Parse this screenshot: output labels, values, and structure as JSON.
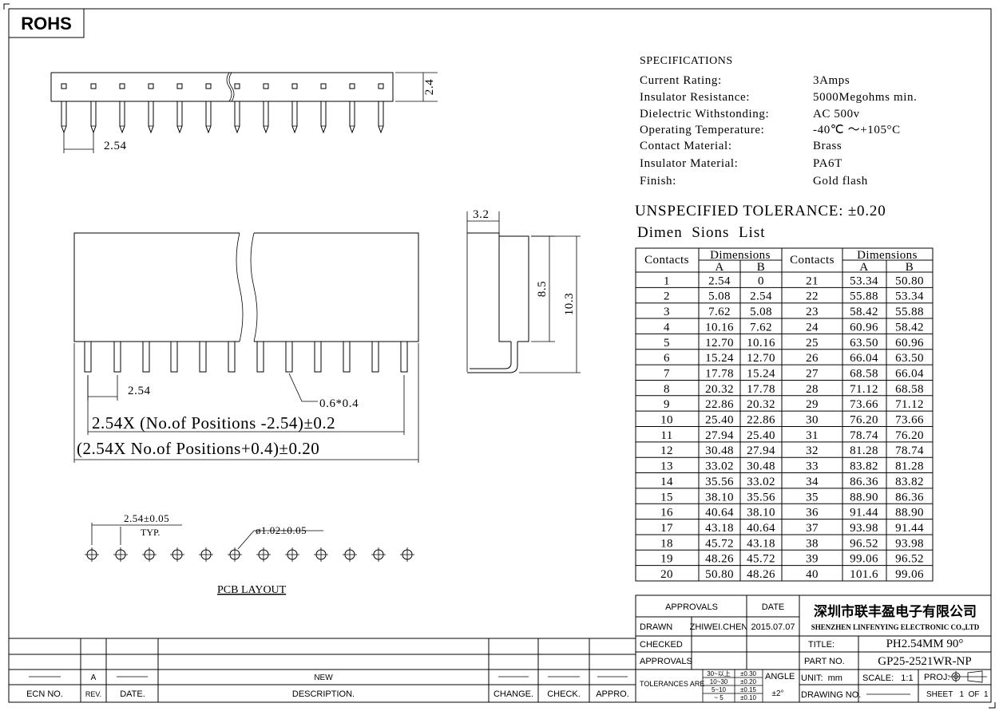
{
  "badge": "ROHS",
  "top_view": {
    "pitch_dim": "2.54",
    "height_dim": "2.4",
    "pin_count": 12
  },
  "front_view": {
    "pitch_dim": "2.54",
    "pin_size": "0.6*0.4",
    "dim_a": "2.54X (No.of Positions -2.54)±0.2",
    "dim_b": "(2.54X No.of Positions+0.4)±0.20"
  },
  "side_view": {
    "width_dim": "3.2",
    "body_height_dim": "8.5",
    "total_height_dim": "10.3"
  },
  "pcb_layout": {
    "pitch_dim": "2.54±0.05",
    "typ": "TYP.",
    "hole_dim": "ø1.02±0.05",
    "title": "PCB LAYOUT",
    "hole_count": 12
  },
  "specifications": {
    "title": "SPECIFICATIONS",
    "items": [
      {
        "label": "Current Rating:",
        "value": "3Amps"
      },
      {
        "label": "Insulator Resistance:",
        "value": "5000Megohms min."
      },
      {
        "label": "Dielectric Withstonding:",
        "value": "AC 500v"
      },
      {
        "label": "Operating Temperature:",
        "value": "-40℃ ～+105°C"
      },
      {
        "label": "Contact Material:",
        "value": "Brass"
      },
      {
        "label": "Insulator Material:",
        "value": "PA6T"
      },
      {
        "label": "Finish:",
        "value": "Gold flash"
      }
    ],
    "tolerance": "UNSPECIFIED TOLERANCE: ±0.20",
    "list_title": "Dimen  Sions  List"
  },
  "dim_table": {
    "headers": {
      "contacts": "Contacts",
      "dimensions": "Dimensions",
      "a": "A",
      "b": "B"
    },
    "rows": [
      [
        "1",
        "2.54",
        "0",
        "21",
        "53.34",
        "50.80"
      ],
      [
        "2",
        "5.08",
        "2.54",
        "22",
        "55.88",
        "53.34"
      ],
      [
        "3",
        "7.62",
        "5.08",
        "23",
        "58.42",
        "55.88"
      ],
      [
        "4",
        "10.16",
        "7.62",
        "24",
        "60.96",
        "58.42"
      ],
      [
        "5",
        "12.70",
        "10.16",
        "25",
        "63.50",
        "60.96"
      ],
      [
        "6",
        "15.24",
        "12.70",
        "26",
        "66.04",
        "63.50"
      ],
      [
        "7",
        "17.78",
        "15.24",
        "27",
        "68.58",
        "66.04"
      ],
      [
        "8",
        "20.32",
        "17.78",
        "28",
        "71.12",
        "68.58"
      ],
      [
        "9",
        "22.86",
        "20.32",
        "29",
        "73.66",
        "71.12"
      ],
      [
        "10",
        "25.40",
        "22.86",
        "30",
        "76.20",
        "73.66"
      ],
      [
        "11",
        "27.94",
        "25.40",
        "31",
        "78.74",
        "76.20"
      ],
      [
        "12",
        "30.48",
        "27.94",
        "32",
        "81.28",
        "78.74"
      ],
      [
        "13",
        "33.02",
        "30.48",
        "33",
        "83.82",
        "81.28"
      ],
      [
        "14",
        "35.56",
        "33.02",
        "34",
        "86.36",
        "83.82"
      ],
      [
        "15",
        "38.10",
        "35.56",
        "35",
        "88.90",
        "86.36"
      ],
      [
        "16",
        "40.64",
        "38.10",
        "36",
        "91.44",
        "88.90"
      ],
      [
        "17",
        "43.18",
        "40.64",
        "37",
        "93.98",
        "91.44"
      ],
      [
        "18",
        "45.72",
        "43.18",
        "38",
        "96.52",
        "93.98"
      ],
      [
        "19",
        "48.26",
        "45.72",
        "39",
        "99.06",
        "96.52"
      ],
      [
        "20",
        "50.80",
        "48.26",
        "40",
        "101.6",
        "99.06"
      ]
    ]
  },
  "title_block": {
    "approvals": "APPROVALS",
    "date": "DATE",
    "drawn": "DRAWN",
    "drawn_by": "ZHIWEI.CHEN",
    "drawn_date": "2015.07.07",
    "checked": "CHECKED",
    "approvals2": "APPROVALS",
    "company_cn": "深圳市联丰盈电子有限公司",
    "company_en": "SHENZHEN LINFENYING ELECTRONIC CO.,LTD",
    "title_label": "TITLE:",
    "title": "PH2.54MM 90°",
    "part_label": "PART NO.",
    "part_no": "GP25-2521WR-NP",
    "tolerances_label": "TOLERANCES ARE",
    "tolerances": [
      [
        "30~以上",
        "±0.30"
      ],
      [
        "10~30",
        "±0.20"
      ],
      [
        "5~10",
        "±0.15"
      ],
      [
        "~ 5",
        "±0.10"
      ]
    ],
    "angle_label": "ANGLE",
    "angle": "±2°",
    "unit": "UNIT:  mm",
    "scale": "SCALE:   1:1",
    "proj": "PROJ:",
    "drawing_no": "DRAWING NO.",
    "sheet": "SHEET   1  OF  1"
  },
  "revision_table": {
    "headers": [
      "ECN NO.",
      "REV.",
      "DATE.",
      "DESCRIPTION.",
      "CHANGE.",
      "CHECK.",
      "APPRO."
    ],
    "rev": "A",
    "description": "NEW"
  }
}
